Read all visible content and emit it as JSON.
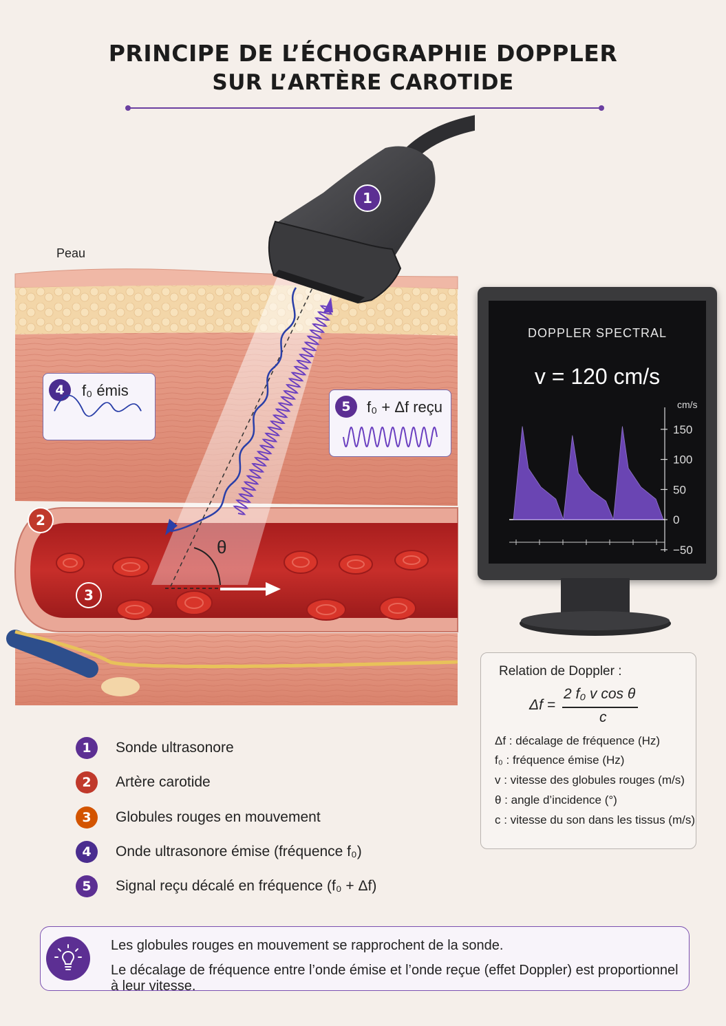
{
  "title": {
    "line1": "PRINCIPE DE L’ÉCHOGRAPHIE DOPPLER",
    "line2": "SUR L’ARTÈRE CAROTIDE"
  },
  "labels": {
    "skin": "Peau",
    "theta": "θ"
  },
  "callouts": {
    "emitted": {
      "num": "4",
      "text": "f₀ émis"
    },
    "received": {
      "num": "5",
      "text": "f₀ + Δf reçu"
    },
    "probe_num": "1",
    "artery_num": "2",
    "cells_num": "3"
  },
  "monitor": {
    "title": "DOPPLER SPECTRAL",
    "velocity": "v = 120 cm/s",
    "unit": "cm/s",
    "ticks": [
      "150",
      "100",
      "50",
      "0",
      "−50"
    ]
  },
  "chart_data": {
    "type": "area",
    "title": "DOPPLER SPECTRAL",
    "ylabel": "cm/s",
    "ylim": [
      -65,
      175
    ],
    "yticks": [
      150,
      100,
      50,
      0,
      -50
    ],
    "peaks": [
      155,
      140,
      155
    ],
    "baseline": 0,
    "color": "#7a4fd0"
  },
  "formula": {
    "heading": "Relation de Doppler :",
    "lhs": "Δf =",
    "numerator": "2 f₀ v cos θ",
    "denominator": "c",
    "defs": [
      "Δf : décalage de fréquence (Hz)",
      "f₀ : fréquence émise (Hz)",
      "v : vitesse des globules rouges (m/s)",
      "θ : angle d’incidence (°)",
      "c : vitesse du son dans les tissus (m/s)"
    ]
  },
  "legend": [
    {
      "num": "1",
      "text": "Sonde ultrasonore",
      "color": "#5c2f93"
    },
    {
      "num": "2",
      "text": "Artère carotide",
      "color": "#c0392b"
    },
    {
      "num": "3",
      "text": "Globules rouges en mouvement",
      "color": "#d35400"
    },
    {
      "num": "4",
      "text": "Onde ultrasonore émise (fréquence f₀)",
      "color": "#4a2d8f"
    },
    {
      "num": "5",
      "text": "Signal reçu décalé en fréquence (f₀ + Δf)",
      "color": "#5c2f93"
    }
  ],
  "note": {
    "line1": "Les globules rouges en mouvement se rapprochent de la sonde.",
    "line2": "Le décalage de fréquence entre l’onde émise et l’onde reçue (effet Doppler) est proportionnel à leur vitesse."
  },
  "colors": {
    "accent": "#5c2f93",
    "emitted_wave": "#2a3fa8",
    "received_wave": "#6a3fc0",
    "artery": "#c0392b"
  }
}
